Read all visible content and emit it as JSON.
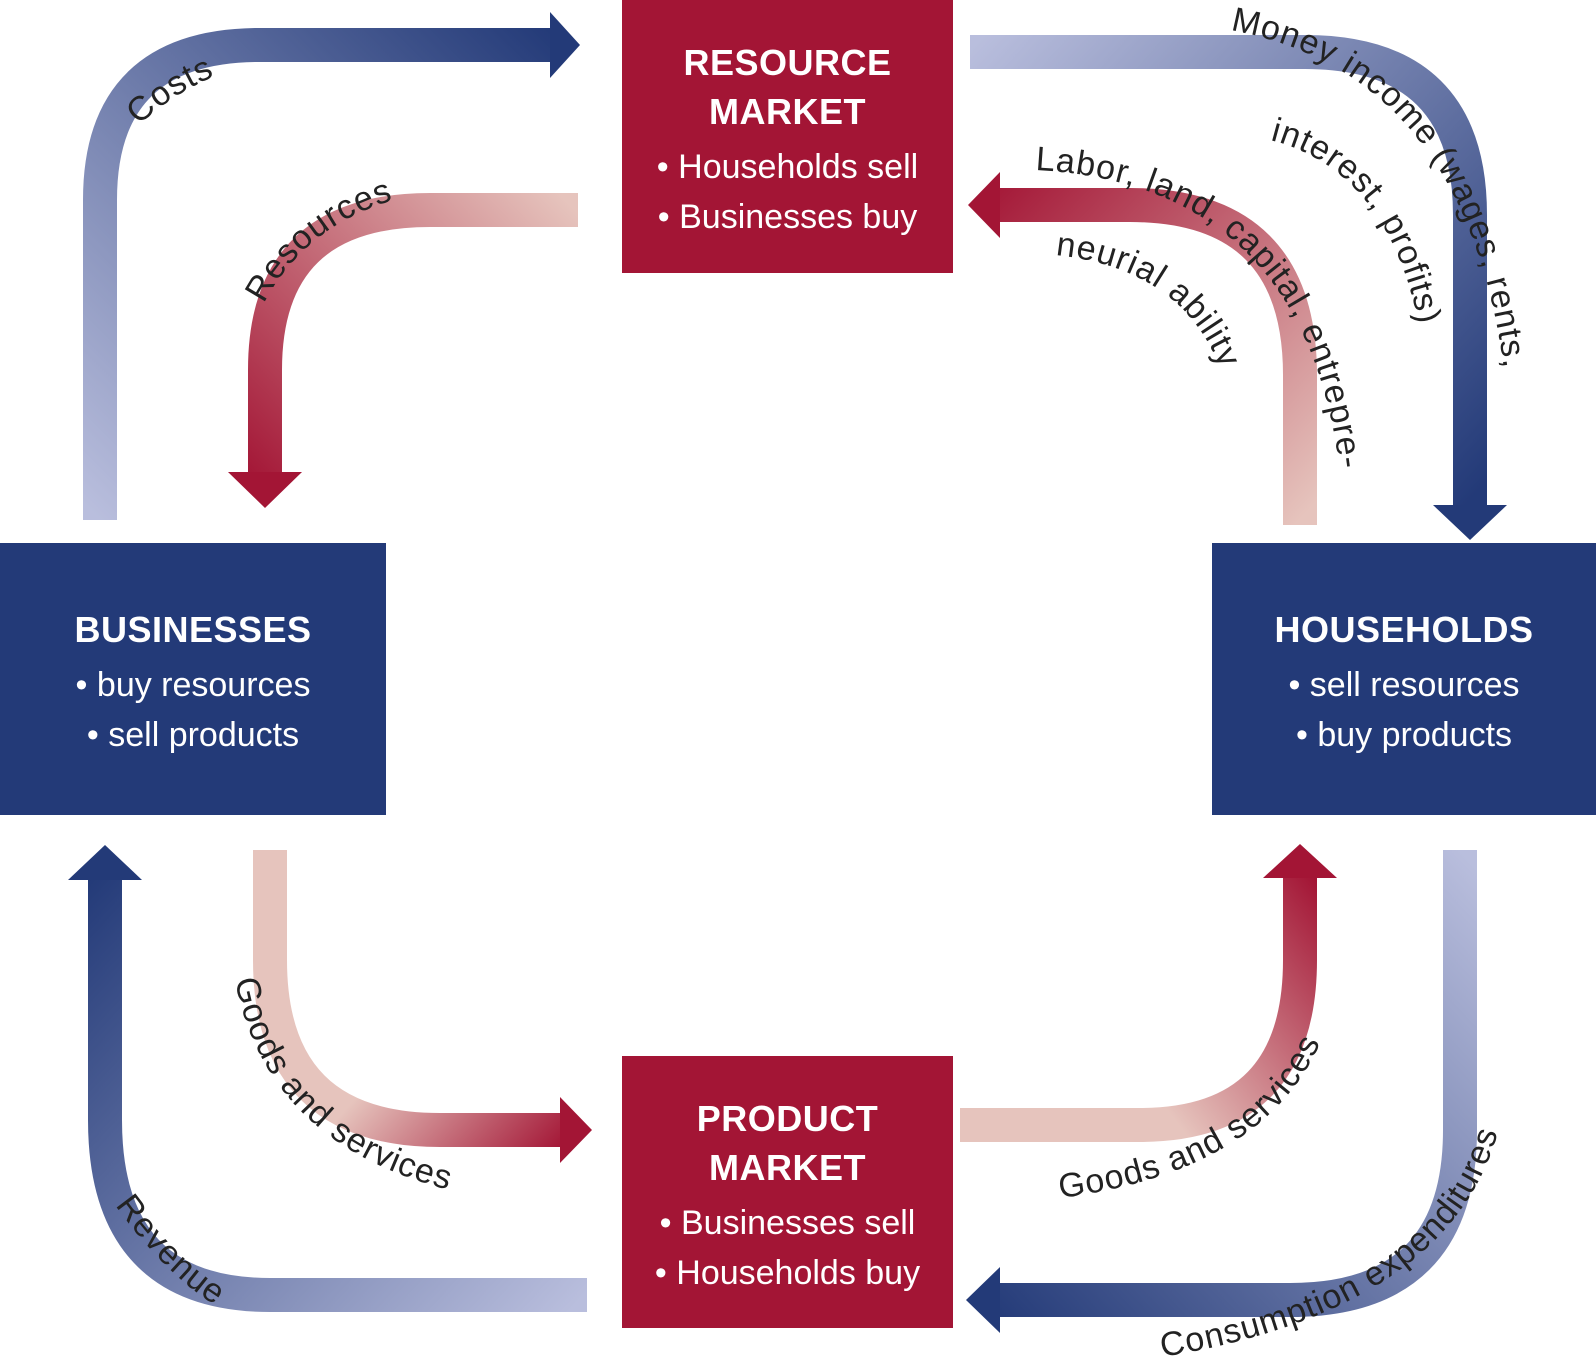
{
  "resource_market": {
    "title_line1": "RESOURCE",
    "title_line2": "MARKET",
    "items": [
      "Households sell",
      "Businesses buy"
    ]
  },
  "product_market": {
    "title_line1": "PRODUCT",
    "title_line2": "MARKET",
    "items": [
      "Businesses sell",
      "Households buy"
    ]
  },
  "businesses": {
    "title": "BUSINESSES",
    "items": [
      "buy resources",
      "sell products"
    ]
  },
  "households": {
    "title": "HOUSEHOLDS",
    "items": [
      "sell resources",
      "buy products"
    ]
  },
  "flows": {
    "costs": "Costs",
    "resources": "Resources",
    "money_income_line1": "Money income (wages, rents,",
    "money_income_line2": "interest, profits)",
    "factors_line1": "Labor, land, capital, entrepre-",
    "factors_line2": "neurial ability",
    "goods_services_left": "Goods and services",
    "goods_services_right": "Goods and services",
    "revenue": "Revenue",
    "consumption": "Consumption expenditures"
  },
  "colors": {
    "red": "#a31535",
    "blue": "#233a78",
    "red_light": "#e6c4bd",
    "blue_light": "#b9bedd"
  }
}
